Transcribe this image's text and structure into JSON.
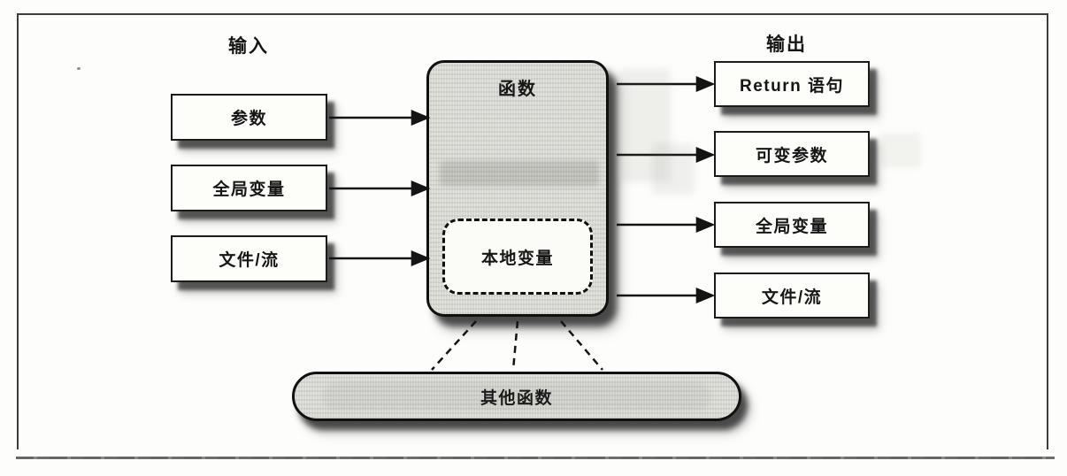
{
  "figure": {
    "input_header": "输入",
    "output_header": "输出",
    "function_label": "函数",
    "local_vars_label": "本地变量",
    "other_functions_label": "其他函数",
    "inputs": [
      "参数",
      "全局变量",
      "文件/流"
    ],
    "outputs": [
      "Return 语句",
      "可变参数",
      "全局变量",
      "文件/流"
    ]
  },
  "colors": {
    "paper": "#fdfdfb",
    "ink": "#161616",
    "frame_border": "#3c3c3c",
    "node_fill_white": "#fdfdfa",
    "node_fill_gray": "#d9d9d3",
    "shadow": "rgba(38,38,38,0.72)",
    "bottom_rule": "#4c4c4c"
  }
}
